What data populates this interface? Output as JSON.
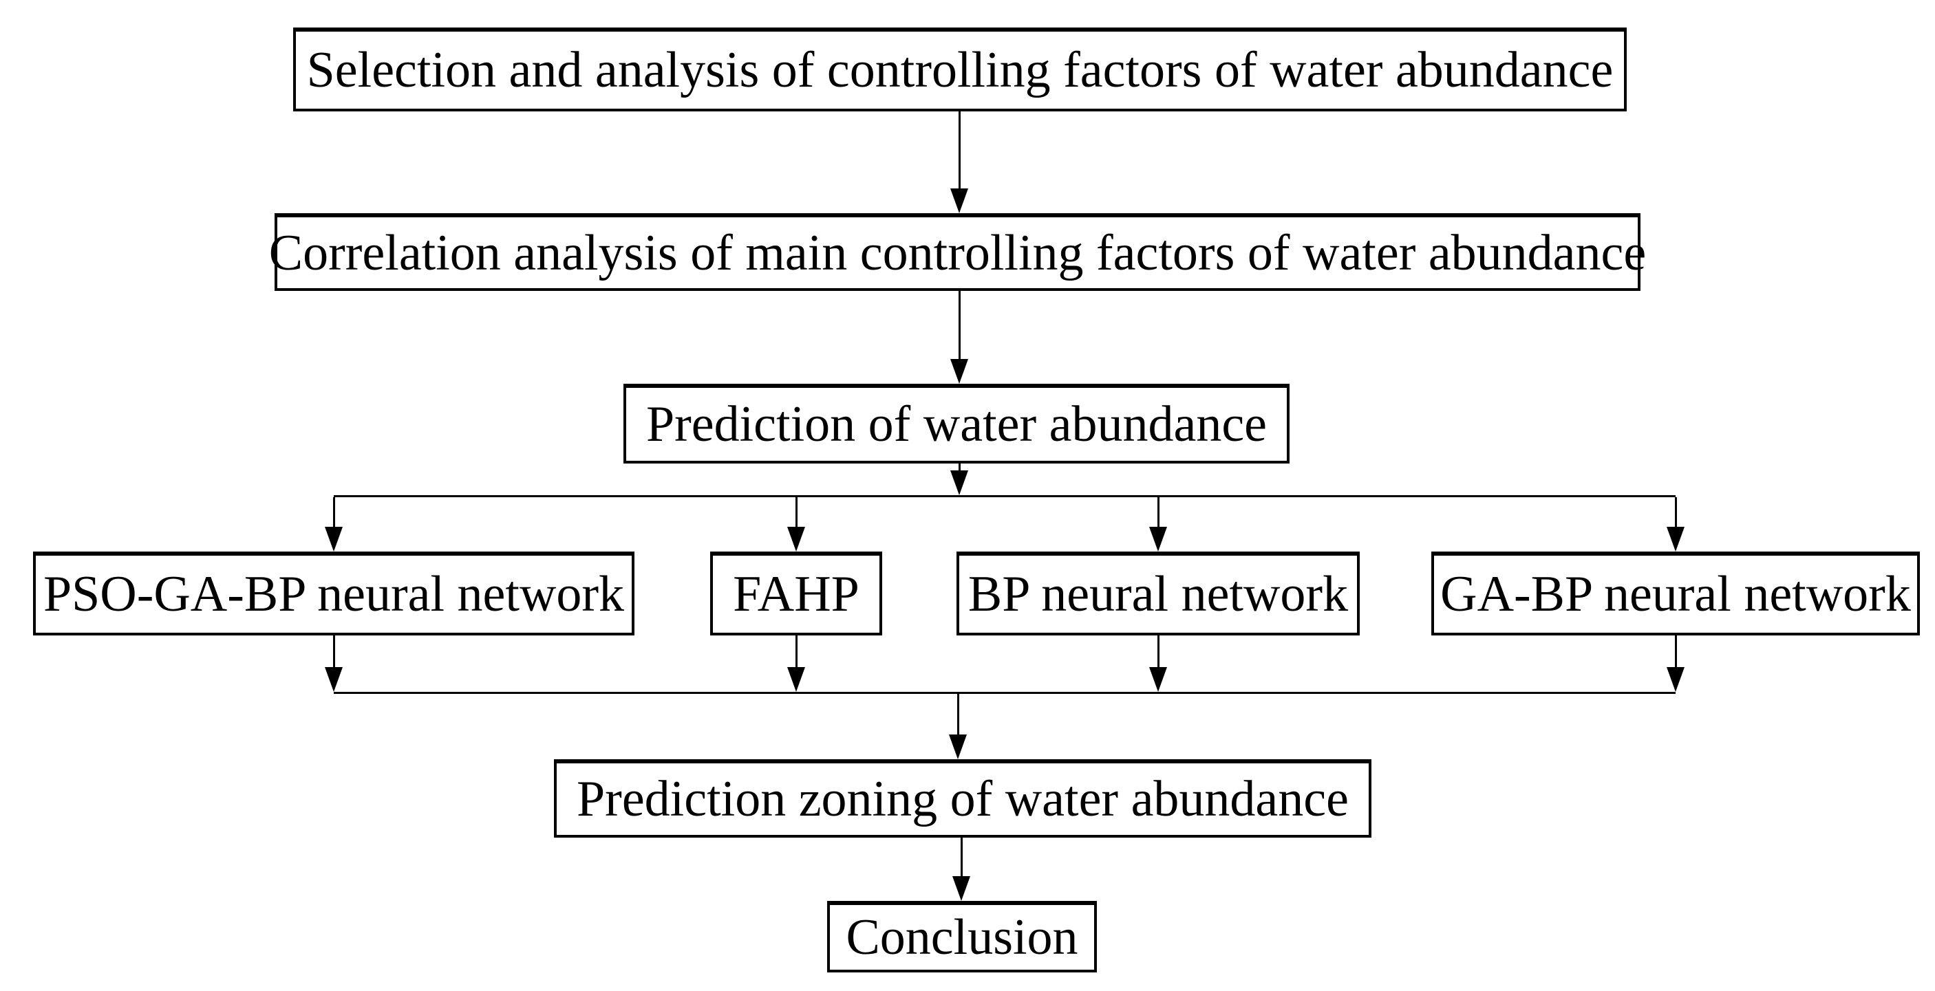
{
  "diagram": {
    "type": "flowchart",
    "background_color": "#ffffff",
    "line_color": "#000000",
    "nodes": {
      "selection": {
        "label": "Selection and analysis of controlling factors of water abundance"
      },
      "correlation": {
        "label": "Correlation analysis of main controlling factors of water abundance"
      },
      "prediction": {
        "label": "Prediction of water abundance"
      },
      "pso_ga_bp": {
        "label": "PSO-GA-BP neural network"
      },
      "fahp": {
        "label": "FAHP"
      },
      "bp": {
        "label": "BP neural network"
      },
      "ga_bp": {
        "label": "GA-BP neural network"
      },
      "zoning": {
        "label": "Prediction zoning of water abundance"
      },
      "conclusion": {
        "label": "Conclusion"
      }
    },
    "edges": [
      {
        "from": "selection",
        "to": "correlation"
      },
      {
        "from": "correlation",
        "to": "prediction"
      },
      {
        "from": "prediction",
        "to": "pso_ga_bp"
      },
      {
        "from": "prediction",
        "to": "fahp"
      },
      {
        "from": "prediction",
        "to": "bp"
      },
      {
        "from": "prediction",
        "to": "ga_bp"
      },
      {
        "from": "pso_ga_bp",
        "to": "zoning"
      },
      {
        "from": "fahp",
        "to": "zoning"
      },
      {
        "from": "bp",
        "to": "zoning"
      },
      {
        "from": "ga_bp",
        "to": "zoning"
      },
      {
        "from": "zoning",
        "to": "conclusion"
      }
    ]
  }
}
